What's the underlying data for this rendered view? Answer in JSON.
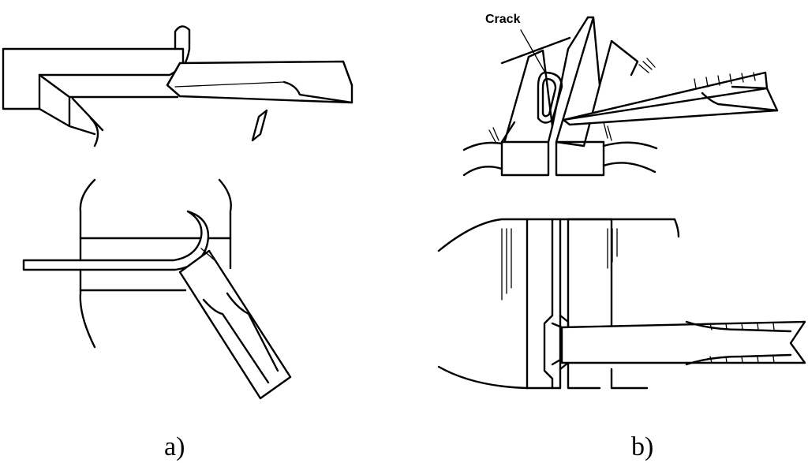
{
  "figure": {
    "panel_a": {
      "caption": "a)"
    },
    "panel_b": {
      "caption": "b)",
      "crack_label": "Crack"
    }
  }
}
